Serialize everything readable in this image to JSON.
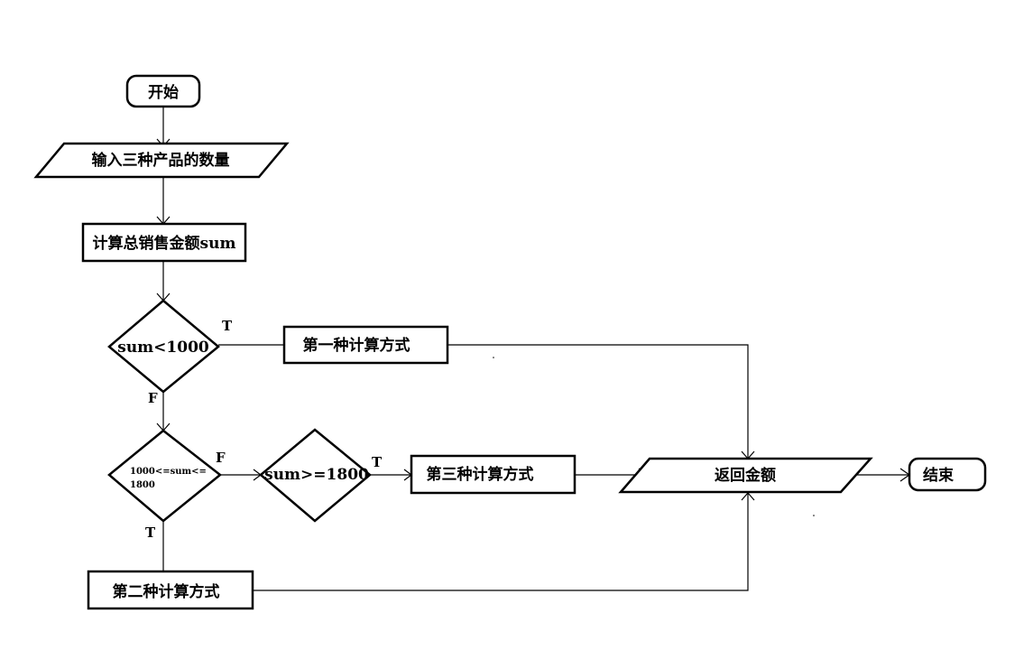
{
  "nodes": {
    "start": "开始",
    "input": "输入三种产品的数量",
    "compute": "计算总销售金额sum",
    "decision1": "sum<1000",
    "method1": "第一种计算方式",
    "decision2_line1": "1000<=sum<=",
    "decision2_line2": "1800",
    "decision3": "sum>=1800",
    "method3": "第三种计算方式",
    "method2": "第二种计算方式",
    "return": "返回金额",
    "end": "结束"
  },
  "edges": {
    "d1_true": "T",
    "d1_false": "F",
    "d2_false": "F",
    "d2_true": "T",
    "d3_true": "T"
  }
}
